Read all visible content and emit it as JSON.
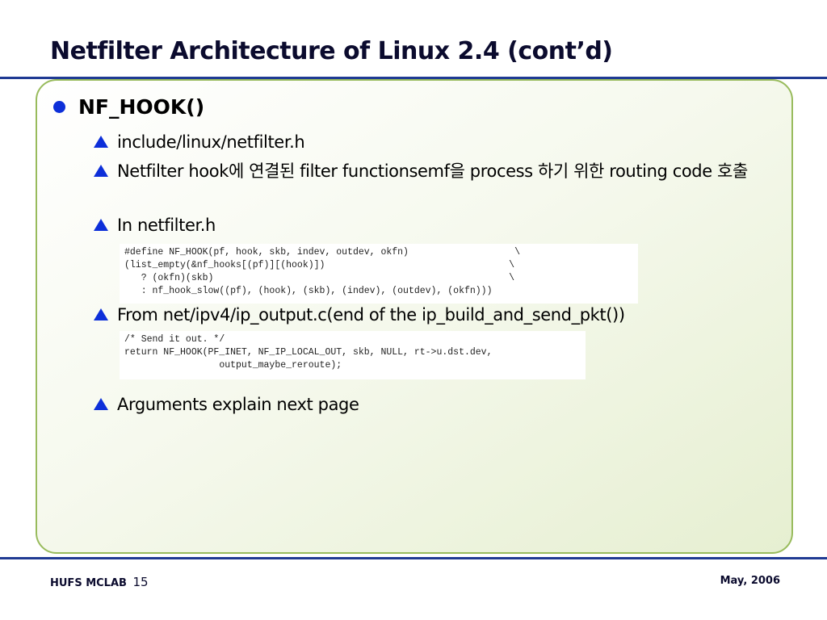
{
  "slide": {
    "title": "Netfilter Architecture of Linux 2.4 (cont’d)",
    "heading": "NF_HOOK()",
    "bullets": [
      "include/linux/netfilter.h",
      "Netfilter hook에 연결된 filter functionsemf을 process 하기 위한 routing code 호출",
      "In netfilter.h",
      "From net/ipv4/ip_output.c(end of the ip_build_and_send_pkt())",
      "Arguments explain next page"
    ],
    "code_netfilter_h": [
      "#define NF_HOOK(pf, hook, skb, indev, outdev, okfn)                   \\",
      "(list_empty(&nf_hooks[(pf)][(hook)])                                 \\",
      "   ? (okfn)(skb)                                                     \\",
      "   : nf_hook_slow((pf), (hook), (skb), (indev), (outdev), (okfn)))"
    ],
    "code_ip_output": [
      "/* Send it out. */",
      "return NF_HOOK(PF_INET, NF_IP_LOCAL_OUT, skb, NULL, rt->u.dst.dev,",
      "                 output_maybe_reroute);"
    ]
  },
  "footer": {
    "org": "HUFS MCLAB",
    "page": "15",
    "date": "May, 2006"
  },
  "colors": {
    "accent": "#0d2fd9",
    "rule": "#1f3a93",
    "panel_border": "#98bb5c"
  },
  "icons": {
    "level1_bullet": "circle-bullet-icon",
    "level2_bullet": "triangle-bullet-icon"
  }
}
